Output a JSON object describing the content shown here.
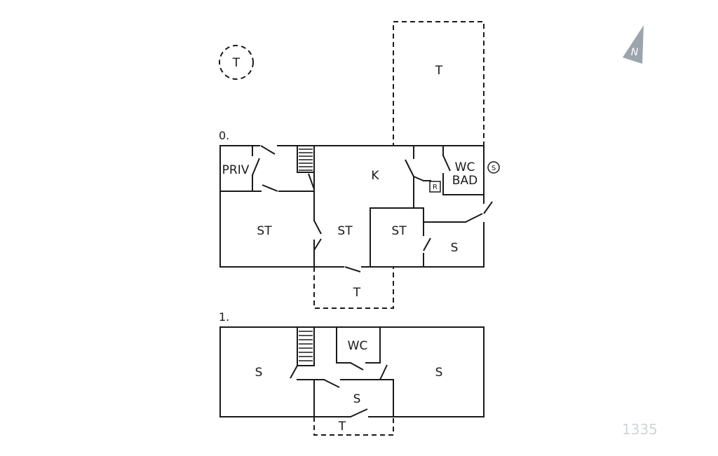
{
  "floors": [
    {
      "label": "0.",
      "rooms": {
        "priv": "PRIV",
        "k": "K",
        "wc": "WC",
        "bad": "BAD",
        "st_left": "ST",
        "st_mid": "ST",
        "st_right": "ST",
        "s": "S",
        "t_top": "T",
        "t_circle": "T",
        "t_bottom": "T"
      },
      "symbols": {
        "s_circle": "S",
        "r_box": "R"
      }
    },
    {
      "label": "1.",
      "rooms": {
        "s_left": "S",
        "wc": "WC",
        "s_center": "S",
        "s_right": "S",
        "t_bottom": "T"
      }
    }
  ],
  "north": {
    "label": "N",
    "color": "#9aa5ad"
  },
  "plan_id": "1335",
  "colors": {
    "wall": "#1a1a1a",
    "plan_id": "#d0d4d8"
  }
}
